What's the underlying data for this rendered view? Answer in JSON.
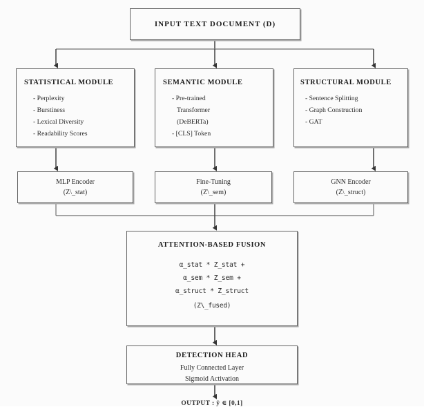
{
  "diagram": {
    "title_box": {
      "label": "INPUT TEXT DOCUMENT (D)"
    },
    "modules": [
      {
        "title": "STATISTICAL MODULE",
        "items": [
          "- Perplexity",
          "- Burstiness",
          "- Lexical Diversity",
          "- Readability Scores"
        ]
      },
      {
        "title": "SEMANTIC MODULE",
        "items": [
          "- Pre-trained",
          "Transformer",
          "(DeBERTa)",
          "- [CLS] Token"
        ]
      },
      {
        "title": "STRUCTURAL MODULE",
        "items": [
          "- Sentence Splitting",
          "- Graph Construction",
          "- GAT"
        ]
      }
    ],
    "encoders": [
      {
        "name": "MLP Encoder",
        "output": "(Z\\_stat)"
      },
      {
        "name": "Fine-Tuning",
        "output": "(Z\\_sem)"
      },
      {
        "name": "GNN Encoder",
        "output": "(Z\\_struct)"
      }
    ],
    "fusion": {
      "title": "ATTENTION-BASED FUSION",
      "formulas": [
        "α_stat * Z_stat +",
        "α_sem * Z_sem +",
        "α_struct * Z_struct"
      ],
      "result": "(Z\\_fused)"
    },
    "detection": {
      "title": "DETECTION HEAD",
      "lines": [
        "Fully Connected Layer",
        "Sigmoid Activation"
      ]
    },
    "output": {
      "label": "OUTPUT : ŷ ∈ [0,1]"
    },
    "colors": {
      "box_border": "#5d5d5d",
      "box_shadow": "#a8a8a8",
      "connector": "#3a3a3a",
      "background": "#ffffff",
      "text": "#1a1a1a"
    }
  }
}
